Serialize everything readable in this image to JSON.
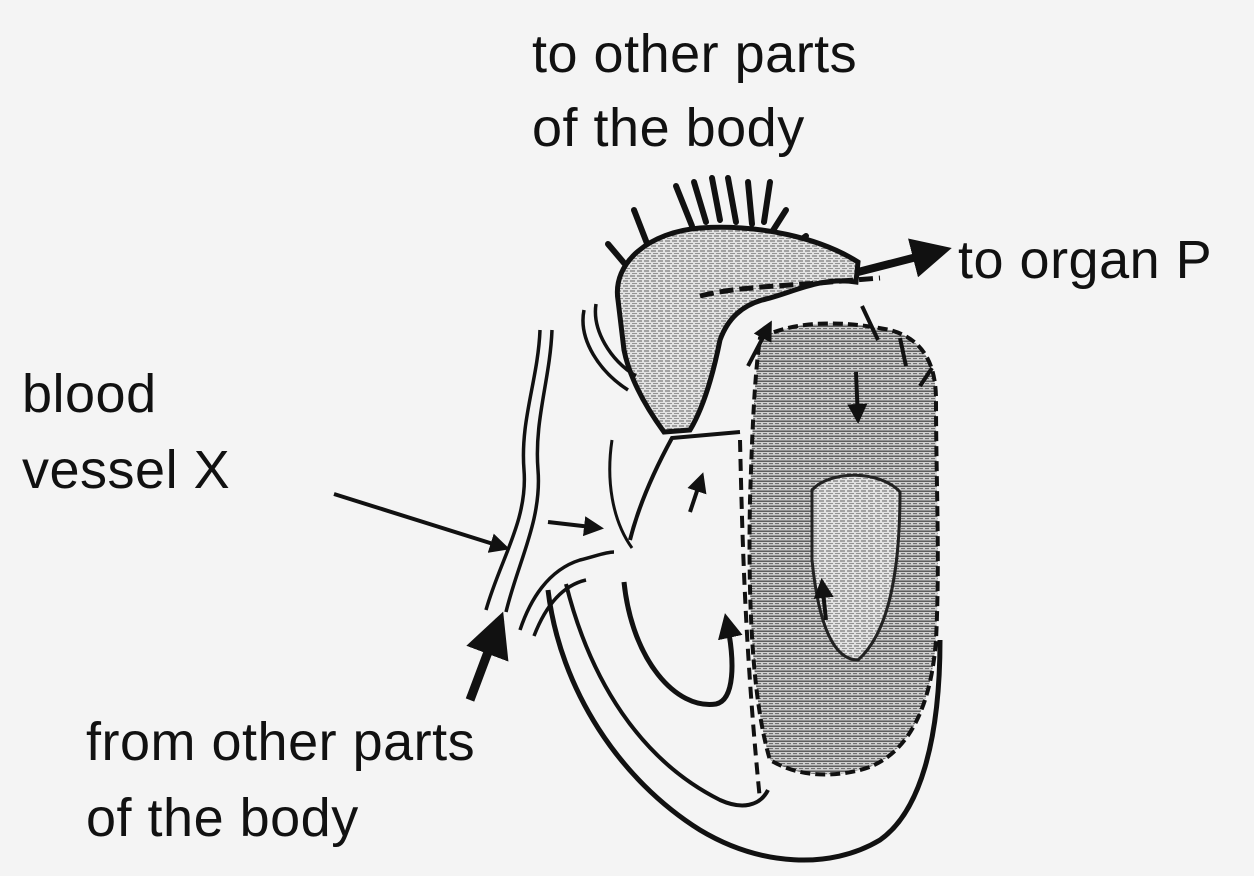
{
  "labels": {
    "top_line1": "to other parts",
    "top_line2": "of the body",
    "organ": "to organ P",
    "vessel_line1": "blood",
    "vessel_line2": "vessel X",
    "bottom_line1": "from other parts",
    "bottom_line2": "of the body"
  },
  "colors": {
    "ink": "#111111",
    "background": "#f4f4f4",
    "stipple": "#6f6f6f"
  }
}
